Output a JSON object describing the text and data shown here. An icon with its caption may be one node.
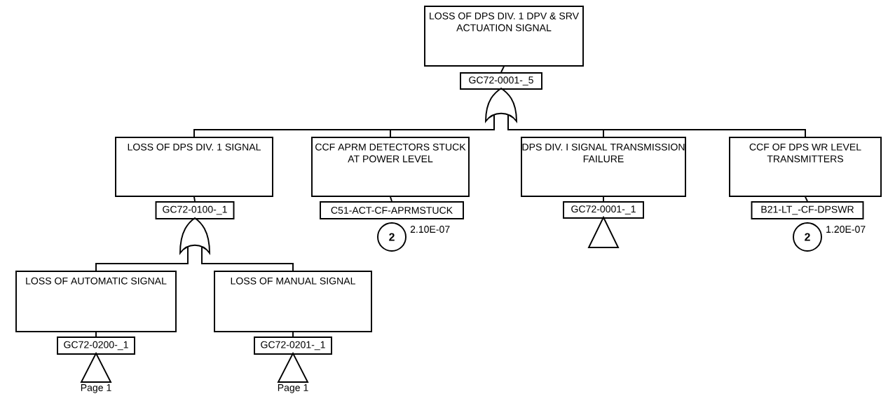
{
  "diagram": {
    "nodes": [
      {
        "text": [
          "LOSS OF DPS DIV. 1 DPV & SRV ACTUATION SIGNAL"
        ]
      },
      {
        "text": [
          "GC72-0001-_5"
        ]
      },
      {
        "text": [],
        "shape": "gate"
      },
      {
        "text": [
          "LOSS OF DPS DIV. 1 SIGNAL"
        ]
      },
      {
        "text": [
          "GC72-0100-_1"
        ]
      },
      {
        "text": [],
        "shape": "gate"
      },
      {
        "text": [
          "CCF APRM DETECTORS STUCK AT POWER LEVEL"
        ]
      },
      {
        "text": [
          "C51-ACT-CF-APRMSTUCK"
        ]
      },
      {
        "text": [
          "2"
        ],
        "beside": [
          "2.10E-07"
        ]
      },
      {
        "text": [
          "DPS DIV. I SIGNAL TRANSMISSION FAILURE"
        ]
      },
      {
        "text": [
          "GC72-0001-_1"
        ]
      },
      {
        "text": [],
        "shape": "triangle"
      },
      {
        "text": [
          "CCF OF DPS WR LEVEL TRANSMITTERS"
        ]
      },
      {
        "text": [
          "B21-LT_-CF-DPSWR"
        ]
      },
      {
        "text": [
          "2"
        ],
        "beside": [
          "1.20E-07"
        ]
      },
      {
        "text": [
          "LOSS OF AUTOMATIC SIGNAL"
        ]
      },
      {
        "text": [
          "GC72-0200-_1"
        ]
      },
      {
        "text": [],
        "shape": "triangle",
        "beside": [
          "Page 1"
        ]
      },
      {
        "text": [
          "LOSS OF MANUAL SIGNAL"
        ]
      },
      {
        "text": [
          "GC72-0201-_1"
        ]
      },
      {
        "text": [],
        "shape": "triangle",
        "beside": [
          "Page 1"
        ]
      }
    ],
    "edges": [
      {
        "from": 0,
        "to": 1,
        "arrow": "none"
      },
      {
        "from": 2,
        "to": 3,
        "arrow": "none"
      },
      {
        "from": 2,
        "to": 6,
        "arrow": "none"
      },
      {
        "from": 2,
        "to": 9,
        "arrow": "none"
      },
      {
        "from": 2,
        "to": 12,
        "arrow": "none"
      },
      {
        "from": 3,
        "to": 4,
        "arrow": "none"
      },
      {
        "from": 5,
        "to": 15,
        "arrow": "none"
      },
      {
        "from": 5,
        "to": 18,
        "arrow": "none"
      },
      {
        "from": 6,
        "to": 7,
        "arrow": "none"
      },
      {
        "from": 9,
        "to": 10,
        "arrow": "none"
      },
      {
        "from": 12,
        "to": 13,
        "arrow": "none"
      },
      {
        "from": 15,
        "to": 16,
        "arrow": "none"
      },
      {
        "from": 18,
        "to": 19,
        "arrow": "none"
      }
    ]
  }
}
